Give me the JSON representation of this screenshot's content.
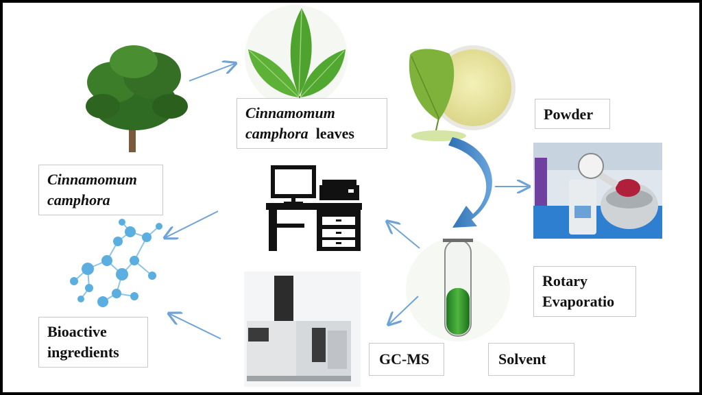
{
  "labels": {
    "tree": {
      "line1": "Cinnamomum",
      "line2": "camphora"
    },
    "leaves": {
      "line1": "Cinnamomum",
      "line2_italic": "camphora",
      "line2_plain": "leaves"
    },
    "powder": "Powder",
    "rotary": {
      "line1": "Rotary",
      "line2": "Evaporatio"
    },
    "bioactive": {
      "line1": "Bioactive",
      "line2": "ingredients"
    },
    "gcms": "GC-MS",
    "solvent": "Solvent"
  },
  "colors": {
    "arrow": "#6fa2d6",
    "curved_arrow": "#2d6fb3",
    "leaf_green": "#4ea22e",
    "solvent_green": "#4fb53f",
    "molecule_blue": "#5aaee0",
    "frame": "#000000"
  },
  "icons": [
    "tree",
    "leaves",
    "powder-dish",
    "rotary-evaporator",
    "test-tube",
    "gc-ms-instrument",
    "computer-desk",
    "molecule"
  ]
}
